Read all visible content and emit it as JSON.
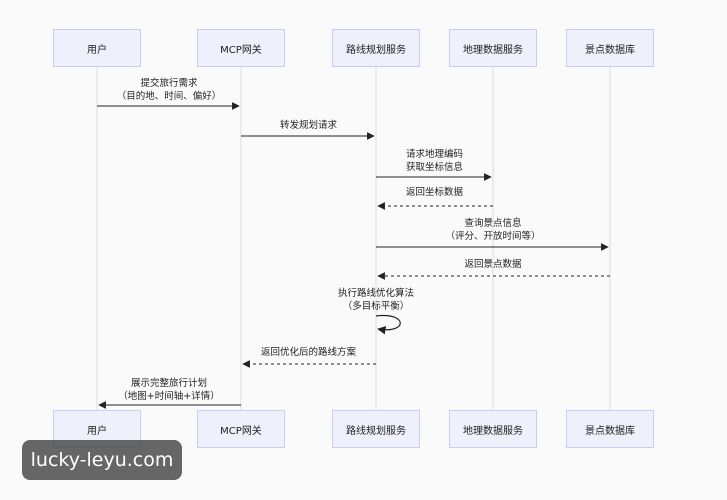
{
  "participants": [
    {
      "id": "user",
      "label": "用户"
    },
    {
      "id": "gateway",
      "label": "MCP网关"
    },
    {
      "id": "route",
      "label": "路线规划服务"
    },
    {
      "id": "geo",
      "label": "地理数据服务"
    },
    {
      "id": "poi",
      "label": "景点数据库"
    }
  ],
  "messages": [
    {
      "from": "user",
      "to": "gateway",
      "style": "solid",
      "lines": [
        "提交旅行需求",
        "（目的地、时间、偏好）"
      ]
    },
    {
      "from": "gateway",
      "to": "route",
      "style": "solid",
      "lines": [
        "转发规划请求"
      ]
    },
    {
      "from": "route",
      "to": "geo",
      "style": "solid",
      "lines": [
        "请求地理编码",
        "获取坐标信息"
      ]
    },
    {
      "from": "geo",
      "to": "route",
      "style": "dashed",
      "lines": [
        "返回坐标数据"
      ]
    },
    {
      "from": "route",
      "to": "poi",
      "style": "solid",
      "lines": [
        "查询景点信息",
        "（评分、开放时间等）"
      ]
    },
    {
      "from": "poi",
      "to": "route",
      "style": "dashed",
      "lines": [
        "返回景点数据"
      ]
    },
    {
      "from": "route",
      "to": "route",
      "style": "solid",
      "lines": [
        "执行路线优化算法",
        "（多目标平衡）"
      ]
    },
    {
      "from": "route",
      "to": "gateway",
      "style": "dashed",
      "lines": [
        "返回优化后的路线方案"
      ]
    },
    {
      "from": "gateway",
      "to": "user",
      "style": "solid",
      "lines": [
        "展示完整旅行计划",
        "（地图+时间轴+详情）"
      ]
    }
  ],
  "watermark": "lucky-leyu.com",
  "colors": {
    "actor_fill": "#eef0fb",
    "actor_border": "#c9cdf0",
    "line": "#222222",
    "lifeline": "#dcdcdc"
  }
}
